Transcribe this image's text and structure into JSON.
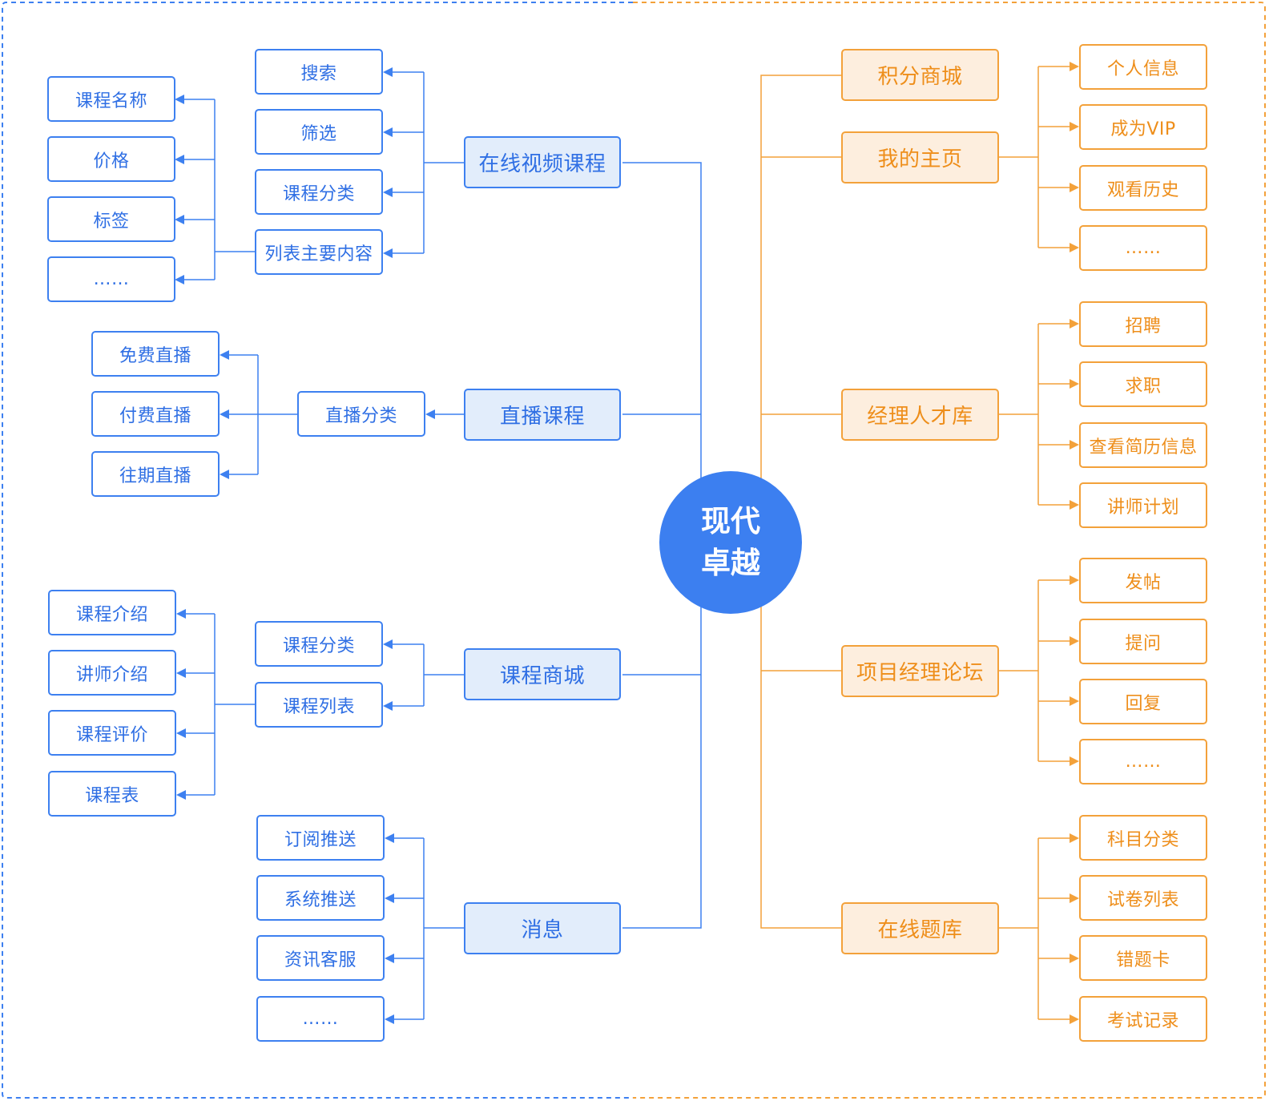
{
  "center": {
    "line1": "现代",
    "line2": "卓越"
  },
  "left": {
    "online_video": {
      "label": "在线视频课程",
      "children": [
        "搜索",
        "筛选",
        "课程分类",
        "列表主要内容"
      ],
      "list_content": [
        "课程名称",
        "价格",
        "标签",
        "……"
      ]
    },
    "live": {
      "label": "直播课程",
      "category": "直播分类",
      "children": [
        "免费直播",
        "付费直播",
        "往期直播"
      ]
    },
    "mall": {
      "label": "课程商城",
      "children": [
        "课程分类",
        "课程列表"
      ],
      "list_content": [
        "课程介绍",
        "讲师介绍",
        "课程评价",
        "课程表"
      ]
    },
    "message": {
      "label": "消息",
      "children": [
        "订阅推送",
        "系统推送",
        "资讯客服",
        "……"
      ]
    }
  },
  "right": {
    "points_mall": {
      "label": "积分商城"
    },
    "homepage": {
      "label": "我的主页",
      "children": [
        "个人信息",
        "成为VIP",
        "观看历史",
        "……"
      ]
    },
    "talent": {
      "label": "经理人才库",
      "children": [
        "招聘",
        "求职",
        "查看简历信息",
        "讲师计划"
      ]
    },
    "forum": {
      "label": "项目经理论坛",
      "children": [
        "发帖",
        "提问",
        "回复",
        "……"
      ]
    },
    "quiz": {
      "label": "在线题库",
      "children": [
        "科目分类",
        "试卷列表",
        "错题卡",
        "考试记录"
      ]
    }
  },
  "colors": {
    "blue": "#3d80f0",
    "orange": "#f3a13a",
    "blue_fill": "#e2edfb",
    "orange_fill": "#fdeede"
  }
}
